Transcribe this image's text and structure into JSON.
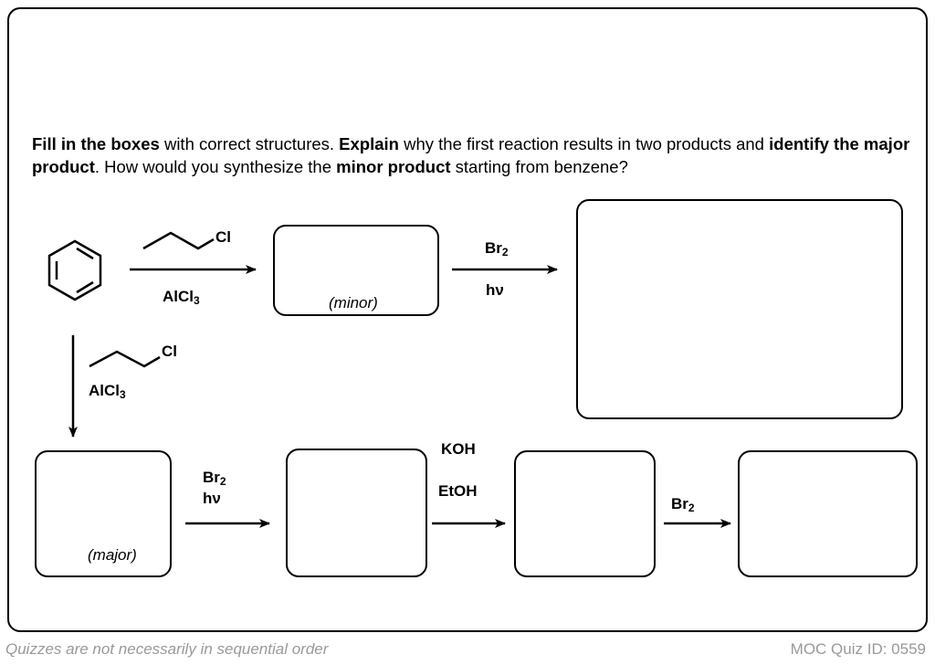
{
  "question": {
    "p1_bold": "Fill in the boxes",
    "p2": " with correct structures. ",
    "p3_bold": "Explain",
    "p4": " why the first reaction results in two products and ",
    "p5_bold": "identify the major product",
    "p6": ". How would you synthesize the ",
    "p7_bold": "minor product",
    "p8": " starting from benzene?"
  },
  "reagents": {
    "cl": "Cl",
    "alcl3_main": "AlCl",
    "alcl3_sub": "3",
    "br2_main": "Br",
    "br2_sub": "2",
    "hv": "hν",
    "koh": "KOH",
    "etoh": "EtOH"
  },
  "boxes": {
    "minor": "(minor)",
    "major": "(major)"
  },
  "footer": {
    "left": "Quizzes are not necessarily in sequential order",
    "right": "MOC Quiz ID: 0559"
  }
}
